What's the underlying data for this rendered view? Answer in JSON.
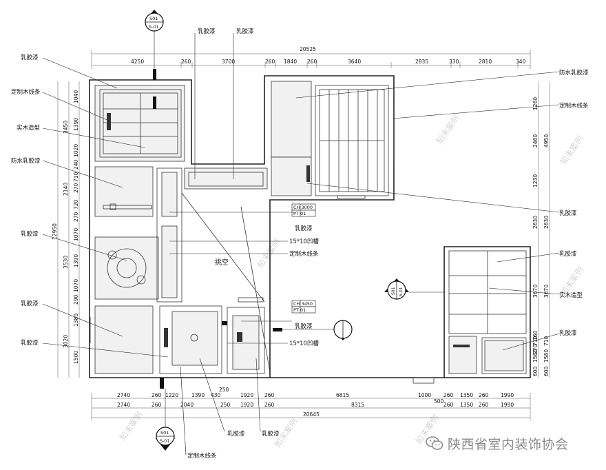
{
  "dims": {
    "total_top": "20525",
    "top": [
      "4250",
      "260",
      "3700",
      "260",
      "1840",
      "260",
      "3640",
      "2835",
      "330",
      "2810",
      "340"
    ],
    "total_bottom": "20645",
    "bottom1": [
      "2740",
      "260",
      "1220",
      "1390",
      "430",
      "1920",
      "260",
      "6815",
      "1000",
      "500",
      "260",
      "1350",
      "260",
      "1990"
    ],
    "bottom_mid": "250",
    "bottom2": [
      "2740",
      "260",
      "2040",
      "250",
      "1920",
      "260",
      "8315",
      "260",
      "1350",
      "260",
      "1990"
    ],
    "left1": [
      "1040",
      "1390",
      "1020",
      "240",
      "710",
      "270",
      "720",
      "270",
      "1070",
      "1390",
      "1070",
      "290",
      "1380",
      "1500"
    ],
    "left2": [
      "3450",
      "2140",
      "3530",
      "3020"
    ],
    "left_total": "12950",
    "right1": [
      "1260",
      "2460",
      "1230",
      "2630",
      "3670",
      "710",
      "1580",
      "160",
      "600",
      "270"
    ],
    "right2": [
      "4950",
      "2630",
      "3670",
      "710",
      "1580",
      "600"
    ]
  },
  "labels": {
    "l1": "乳胶漆",
    "l2": "定制木线条",
    "l3": "实木造型",
    "l4": "防水乳胶漆",
    "l5": "乳胶漆",
    "l6": "乳胶漆",
    "l7": "乳胶漆",
    "t1": "乳胶漆",
    "t2": "乳胶漆",
    "r1": "防水乳胶漆",
    "r2": "定制木线条",
    "r3": "乳胶漆",
    "r4": "乳胶漆",
    "r5": "实木造型",
    "r6": "乳胶漆",
    "c1": "乳胶漆",
    "c2": "15*10凹槽",
    "c3": "定制木线条",
    "c4": "乳胶漆",
    "c5": "15*10凹槽",
    "b1": "乳胶漆",
    "b2": "乳胶漆",
    "b3": "定制木线条",
    "void": "挑空"
  },
  "tags": {
    "tag1_ch": "CH 3000",
    "tag1_pt": "PT 01",
    "tag2_ch": "CH 3450",
    "tag2_pt": "PT 01"
  },
  "sections": {
    "top_num": "S01",
    "top_sub": "S-01",
    "mid_num": "S01",
    "mid_sub": "S-01",
    "bot_num": "S01",
    "bot_sub": "S-01"
  },
  "watermark": "知末案例",
  "footer": {
    "text": "陕西省室内装饰协会",
    "icon": "wechat-icon"
  }
}
